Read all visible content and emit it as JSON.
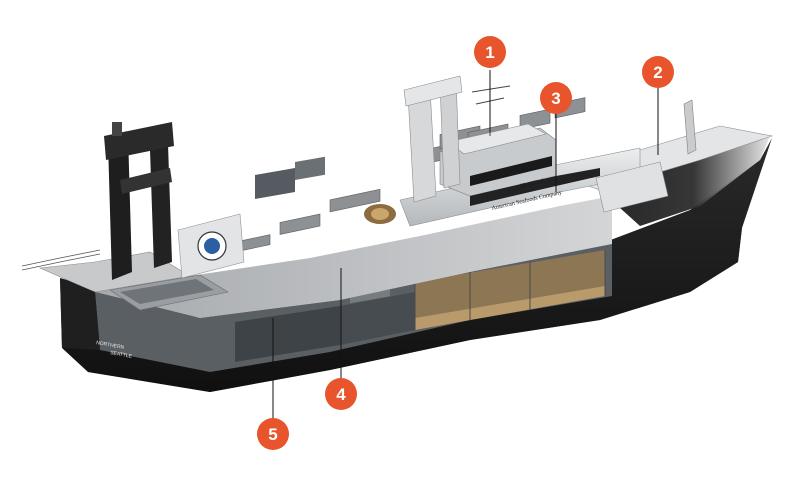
{
  "vessel": {
    "company_name": "American Seafoods Company",
    "ship_name": "SEATTLE",
    "port_name": "NORTHERN",
    "home_port": "SEATTLE"
  },
  "callouts": [
    {
      "number": "1"
    },
    {
      "number": "2"
    },
    {
      "number": "3"
    },
    {
      "number": "4"
    },
    {
      "number": "5"
    }
  ],
  "colors": {
    "marker": "#e8542b",
    "hull_red": "#7a2a1c",
    "hull_black": "#1b1b1b",
    "deck_grey": "#b9bcbf",
    "superstructure": "#d9dbdd"
  }
}
